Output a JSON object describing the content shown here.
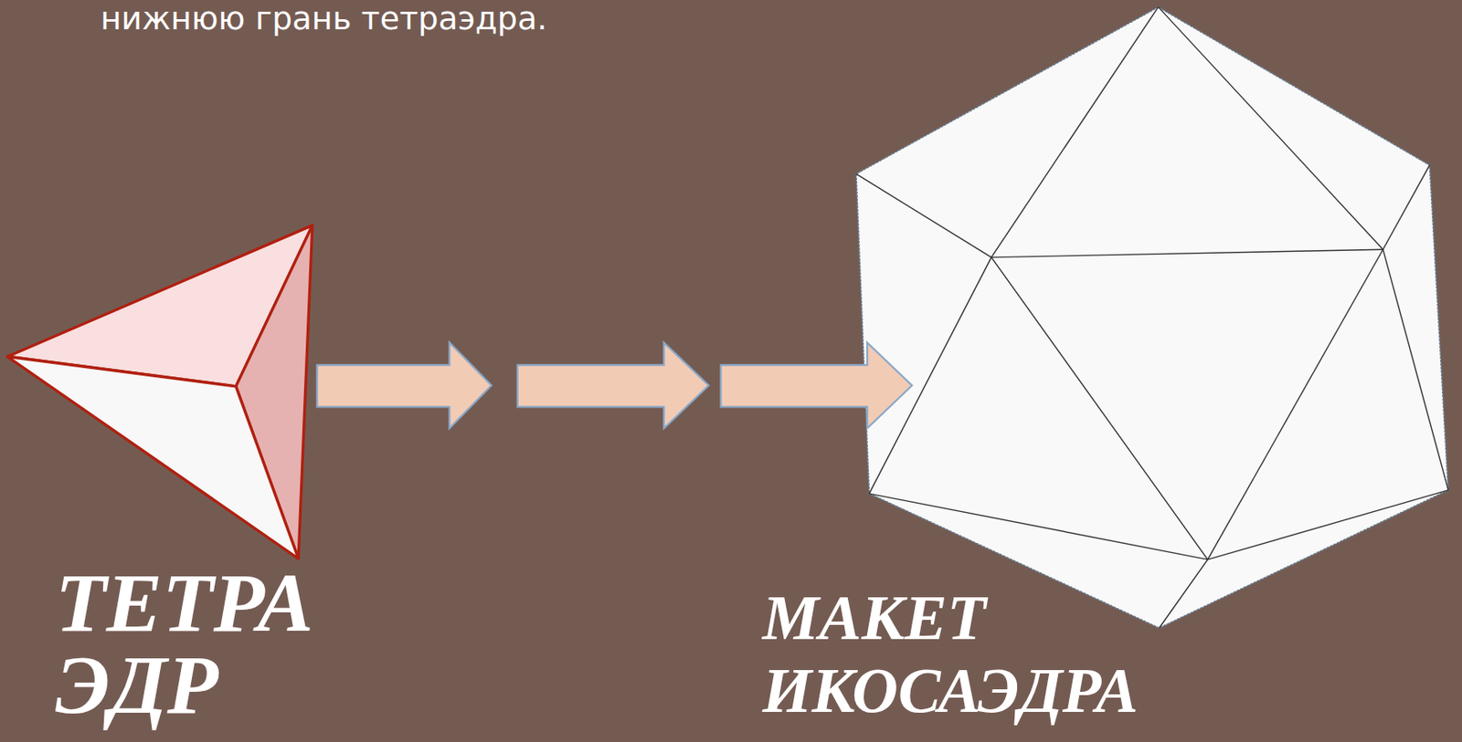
{
  "diagram": {
    "labels": [
      "нижнюю грань тетраэдра.",
      "ТЕТРА ЭДР",
      "МАКЕТ ИКОСАЭДРА"
    ]
  }
}
